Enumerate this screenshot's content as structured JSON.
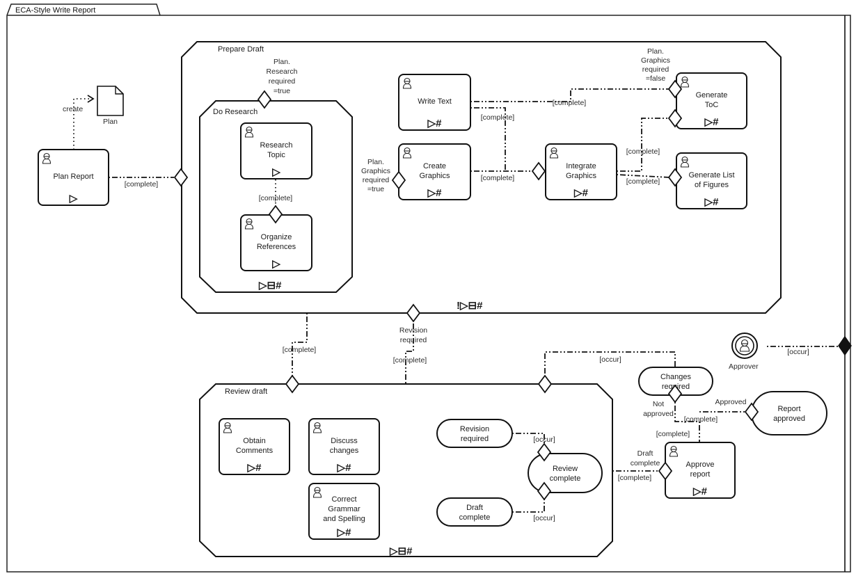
{
  "diagram": {
    "title": "ECA-Style Write Report",
    "artifact": {
      "label": "Plan",
      "relation": "create"
    },
    "subprocesses": {
      "prepare_draft": {
        "label": "Prepare Draft",
        "markers": "!▷⊟#"
      },
      "do_research": {
        "label": "Do Research",
        "markers": "▷⊟#"
      },
      "review_draft": {
        "label": "Review draft",
        "markers": "▷⊟#"
      }
    },
    "tasks": {
      "plan_report": {
        "lines": [
          "Plan Report"
        ],
        "markers": "▷"
      },
      "research_topic": {
        "lines": [
          "Research",
          "Topic"
        ],
        "markers": "▷"
      },
      "organize_references": {
        "lines": [
          "Organize",
          "References"
        ],
        "markers": "▷"
      },
      "write_text": {
        "lines": [
          "Write Text"
        ],
        "markers": "▷#"
      },
      "create_graphics": {
        "lines": [
          "Create",
          "Graphics"
        ],
        "markers": "▷#"
      },
      "integrate_graphics": {
        "lines": [
          "Integrate",
          "Graphics"
        ],
        "markers": "▷#"
      },
      "generate_toc": {
        "lines": [
          "Generate",
          "ToC"
        ],
        "markers": "▷#"
      },
      "generate_lof": {
        "lines": [
          "Generate  List",
          "of Figures"
        ],
        "markers": "▷#"
      },
      "obtain_comments": {
        "lines": [
          "Obtain",
          "Comments"
        ],
        "markers": "▷#"
      },
      "discuss_changes": {
        "lines": [
          "Discuss",
          "changes"
        ],
        "markers": "▷#"
      },
      "correct_grammar": {
        "lines": [
          "Correct",
          "Grammar",
          "and Spelling"
        ],
        "markers": "▷#"
      },
      "approve_report": {
        "lines": [
          "Approve",
          "report"
        ],
        "markers": "▷#"
      }
    },
    "events": {
      "revision_required": {
        "lines": [
          "Revision",
          "required"
        ]
      },
      "draft_complete": {
        "lines": [
          "Draft",
          "complete"
        ]
      },
      "review_complete": {
        "lines": [
          "Review",
          "complete"
        ]
      },
      "changes_required": {
        "lines": [
          "Changes",
          "required"
        ]
      },
      "report_approved": {
        "lines": [
          "Report",
          "approved"
        ]
      }
    },
    "participant": {
      "label": "Approver"
    },
    "conditions": {
      "research_required": [
        "Plan.",
        "Research",
        "required",
        "=true"
      ],
      "graphics_required_true": [
        "Plan.",
        "Graphics",
        "required",
        "=true"
      ],
      "graphics_required_false": [
        "Plan.",
        "Graphics",
        "required",
        "=false"
      ],
      "revision_required": [
        "Revision",
        "required"
      ],
      "not_approved": [
        "Not",
        "approved"
      ],
      "approved": [
        "Approved"
      ],
      "draft_complete": [
        "Draft",
        "complete"
      ]
    },
    "edge_labels": {
      "complete": "[complete]",
      "occur": "[occur]"
    }
  }
}
